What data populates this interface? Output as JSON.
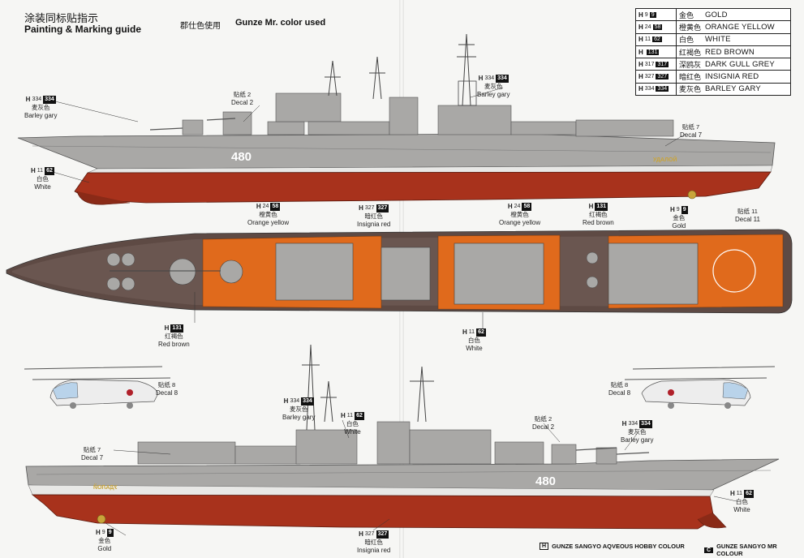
{
  "header": {
    "title_zh": "涂装同标贴指示",
    "title_en": "Painting & Marking guide",
    "subtitle_zh": "郡仕色使用",
    "subtitle_en": "Gunze Mr. color used"
  },
  "legend": [
    {
      "h": "H",
      "code": "9",
      "mr": "9",
      "zh": "金色",
      "en": "GOLD",
      "color": "#c9a43a"
    },
    {
      "h": "H",
      "code": "24",
      "mr": "58",
      "zh": "橙黄色",
      "en": "ORANGE YELLOW",
      "color": "#e06a1c"
    },
    {
      "h": "H",
      "code": "11",
      "mr": "62",
      "zh": "白色",
      "en": "WHITE",
      "color": "#ffffff"
    },
    {
      "h": "H",
      "code": "",
      "mr": "131",
      "zh": "红褐色",
      "en": "RED BROWN",
      "color": "#a8321c"
    },
    {
      "h": "H",
      "code": "317",
      "mr": "317",
      "zh": "深鸥灰",
      "en": "DARK GULL GREY",
      "color": "#6d6e70"
    },
    {
      "h": "H",
      "code": "327",
      "mr": "327",
      "zh": "暗红色",
      "en": "INSIGNIA RED",
      "color": "#b0202a"
    },
    {
      "h": "H",
      "code": "334",
      "mr": "334",
      "zh": "麦灰色",
      "en": "BARLEY GARY",
      "color": "#a9a8a6"
    }
  ],
  "hull_number": "480",
  "ship_name": "УДАЛОЙ",
  "callouts": {
    "barley_top_left": {
      "code": "H 334 334",
      "zh": "麦灰色",
      "en": "Barley gary"
    },
    "decal2_top": {
      "zh": "贴纸 2",
      "en": "Decal 2"
    },
    "barley_top_mid": {
      "code": "H 334 334",
      "zh": "麦灰色",
      "en": "Barley gary"
    },
    "decal7_top": {
      "zh": "贴纸 7",
      "en": "Decal 7"
    },
    "white_top": {
      "code": "H 11 62",
      "zh": "白色",
      "en": "White"
    },
    "orange_left": {
      "code": "H 24 58",
      "zh": "橙黄色",
      "en": "Orange yellow"
    },
    "insignia_mid": {
      "code": "H 327 327",
      "zh": "暗红色",
      "en": "Insignia red"
    },
    "orange_mid": {
      "code": "H 24 58",
      "zh": "橙黄色",
      "en": "Orange yellow"
    },
    "redbrown_top": {
      "code": "H 131",
      "zh": "红褐色",
      "en": "Red brown"
    },
    "gold_top": {
      "code": "H 9 9",
      "zh": "金色",
      "en": "Gold"
    },
    "decal11": {
      "zh": "贴纸 11",
      "en": "Decal 11"
    },
    "redbrown_left": {
      "code": "H 131",
      "zh": "红褐色",
      "en": "Red brown"
    },
    "white_mid": {
      "code": "H 11 62",
      "zh": "白色",
      "en": "White"
    },
    "decal8_left": {
      "zh": "贴纸 8",
      "en": "Decal 8"
    },
    "decal8_right": {
      "zh": "贴纸 8",
      "en": "Decal 8"
    },
    "barley_bot_mid": {
      "code": "H 334 334",
      "zh": "麦灰色",
      "en": "Barley gary"
    },
    "white_bot_mid": {
      "code": "H 11 62",
      "zh": "白色",
      "en": "White"
    },
    "decal7_bot": {
      "zh": "贴纸 7",
      "en": "Decal 7"
    },
    "decal2_bot": {
      "zh": "贴纸 2",
      "en": "Decal 2"
    },
    "barley_bot_right": {
      "code": "H 334 334",
      "zh": "麦灰色",
      "en": "Barley gary"
    },
    "white_bot_right": {
      "code": "H 11 62",
      "zh": "白色",
      "en": "White"
    },
    "gold_bot": {
      "code": "H 9 9",
      "zh": "金色",
      "en": "Gold"
    },
    "insignia_bot": {
      "code": "H 327 327",
      "zh": "暗红色",
      "en": "Insignia red"
    }
  },
  "footer": {
    "aqueous": "GUNZE SANGYO AQVEOUS HOBBY COLOUR",
    "mr": "GUNZE SANGYO MR COLOUR"
  }
}
